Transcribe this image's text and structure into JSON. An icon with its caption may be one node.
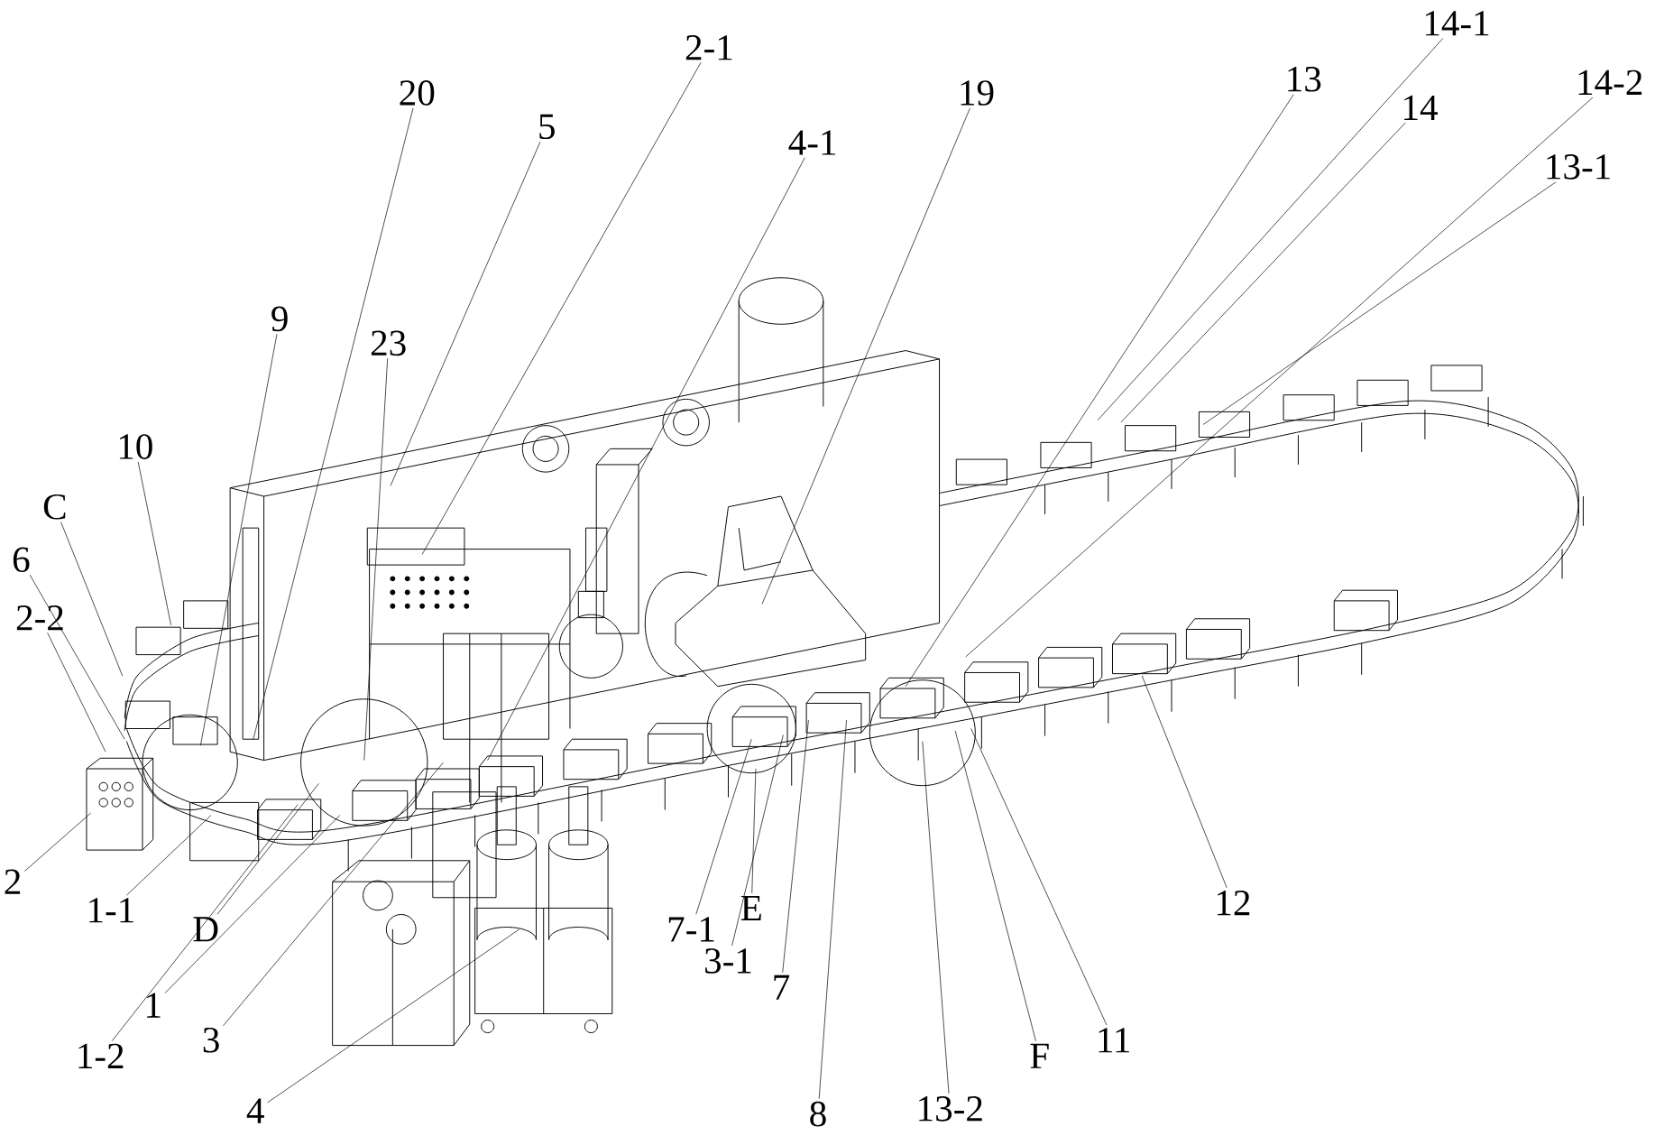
{
  "diagram": {
    "nodes": [
      {
        "text": [
          "14-1"
        ]
      },
      {
        "text": [
          "2-1"
        ]
      },
      {
        "text": [
          "14-2"
        ]
      },
      {
        "text": [
          "13"
        ]
      },
      {
        "text": [
          "14"
        ]
      },
      {
        "text": [
          "19"
        ]
      },
      {
        "text": [
          "20"
        ]
      },
      {
        "text": [
          "13-1"
        ]
      },
      {
        "text": [
          "5"
        ]
      },
      {
        "text": [
          "4-1"
        ]
      },
      {
        "text": [
          "9"
        ]
      },
      {
        "text": [
          "23"
        ]
      },
      {
        "text": [
          "10"
        ]
      },
      {
        "text": [
          "C"
        ]
      },
      {
        "text": [
          "6"
        ]
      },
      {
        "text": [
          "2-2"
        ]
      },
      {
        "text": [
          "2"
        ]
      },
      {
        "text": [
          "12"
        ]
      },
      {
        "text": [
          "1-1"
        ]
      },
      {
        "text": [
          "E"
        ]
      },
      {
        "text": [
          "7-1"
        ]
      },
      {
        "text": [
          "D"
        ]
      },
      {
        "text": [
          "3-1"
        ]
      },
      {
        "text": [
          "7"
        ]
      },
      {
        "text": [
          "1"
        ]
      },
      {
        "text": [
          "11"
        ]
      },
      {
        "text": [
          "3"
        ]
      },
      {
        "text": [
          "F"
        ]
      },
      {
        "text": [
          "1-2"
        ]
      },
      {
        "text": [
          "13-2"
        ]
      },
      {
        "text": [
          "4"
        ]
      },
      {
        "text": [
          "8"
        ]
      }
    ],
    "edges": [
      {
        "from": 0,
        "to": null,
        "arrow": "none"
      },
      {
        "from": 1,
        "to": null,
        "arrow": "none"
      },
      {
        "from": 2,
        "to": null,
        "arrow": "none"
      },
      {
        "from": 3,
        "to": null,
        "arrow": "none"
      },
      {
        "from": 4,
        "to": null,
        "arrow": "none"
      },
      {
        "from": 5,
        "to": null,
        "arrow": "none"
      },
      {
        "from": 6,
        "to": null,
        "arrow": "none"
      },
      {
        "from": 7,
        "to": null,
        "arrow": "none"
      },
      {
        "from": 8,
        "to": null,
        "arrow": "none"
      },
      {
        "from": 9,
        "to": null,
        "arrow": "none"
      },
      {
        "from": 10,
        "to": null,
        "arrow": "none"
      },
      {
        "from": 11,
        "to": null,
        "arrow": "none"
      },
      {
        "from": 12,
        "to": null,
        "arrow": "none"
      },
      {
        "from": 13,
        "to": null,
        "arrow": "none"
      },
      {
        "from": 14,
        "to": null,
        "arrow": "none"
      },
      {
        "from": 15,
        "to": null,
        "arrow": "none"
      },
      {
        "from": 16,
        "to": null,
        "arrow": "none"
      },
      {
        "from": 17,
        "to": null,
        "arrow": "none"
      },
      {
        "from": 18,
        "to": null,
        "arrow": "none"
      },
      {
        "from": 19,
        "to": null,
        "arrow": "none"
      },
      {
        "from": 20,
        "to": null,
        "arrow": "none"
      },
      {
        "from": 21,
        "to": null,
        "arrow": "none"
      },
      {
        "from": 22,
        "to": null,
        "arrow": "none"
      },
      {
        "from": 23,
        "to": null,
        "arrow": "none"
      },
      {
        "from": 24,
        "to": null,
        "arrow": "none"
      },
      {
        "from": 25,
        "to": null,
        "arrow": "none"
      },
      {
        "from": 26,
        "to": null,
        "arrow": "none"
      },
      {
        "from": 27,
        "to": null,
        "arrow": "none"
      },
      {
        "from": 28,
        "to": null,
        "arrow": "none"
      },
      {
        "from": 29,
        "to": null,
        "arrow": "none"
      },
      {
        "from": 30,
        "to": null,
        "arrow": "none"
      },
      {
        "from": 31,
        "to": null,
        "arrow": "none"
      }
    ]
  }
}
